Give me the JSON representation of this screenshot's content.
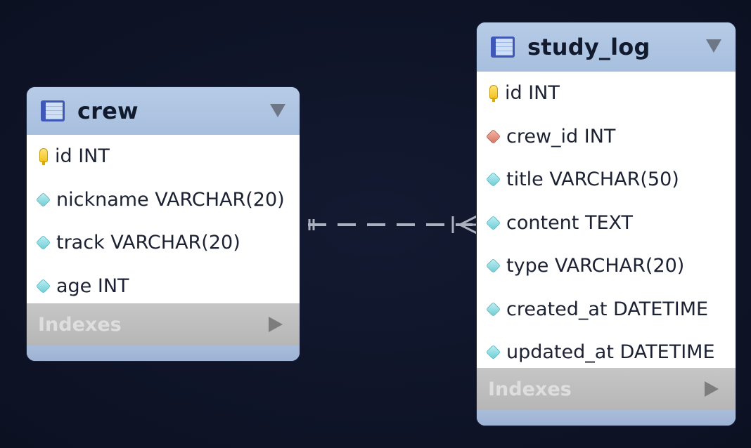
{
  "tables": {
    "crew": {
      "name": "crew",
      "columns": [
        {
          "label": "id INT",
          "icon": "key-icon"
        },
        {
          "label": "nickname VARCHAR(20)",
          "icon": "column-icon"
        },
        {
          "label": "track VARCHAR(20)",
          "icon": "column-icon"
        },
        {
          "label": "age INT",
          "icon": "column-icon"
        }
      ],
      "indexes_label": "Indexes"
    },
    "study_log": {
      "name": "study_log",
      "columns": [
        {
          "label": "id INT",
          "icon": "key-icon"
        },
        {
          "label": "crew_id INT",
          "icon": "foreign-key-icon"
        },
        {
          "label": "title VARCHAR(50)",
          "icon": "column-icon"
        },
        {
          "label": "content TEXT",
          "icon": "column-icon"
        },
        {
          "label": "type VARCHAR(20)",
          "icon": "column-icon"
        },
        {
          "label": "created_at DATETIME",
          "icon": "column-icon"
        },
        {
          "label": "updated_at DATETIME",
          "icon": "column-icon"
        }
      ],
      "indexes_label": "Indexes"
    }
  },
  "relationship": {
    "from": "crew",
    "to": "study_log",
    "style": "dashed",
    "from_end": "one",
    "to_end": "many"
  },
  "colors": {
    "background": "#0f1427",
    "header": "#b0c6e3",
    "primary_key": "#f2c21a",
    "foreign_key": "#d8735f",
    "attribute": "#6fcdd6"
  }
}
